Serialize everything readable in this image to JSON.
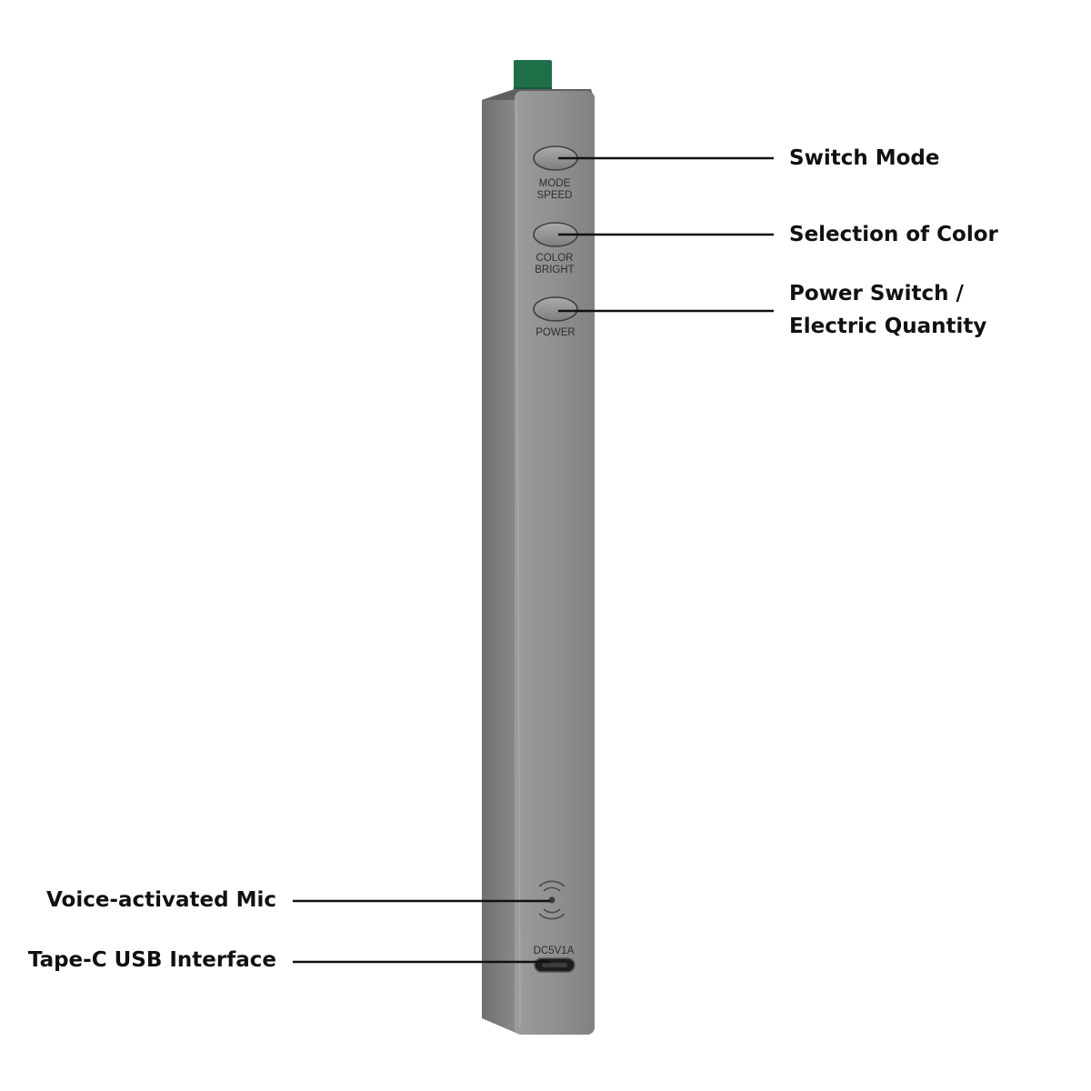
{
  "device": {
    "buttons": [
      {
        "name": "mode-speed",
        "lines": [
          "MODE",
          "SPEED"
        ]
      },
      {
        "name": "color-bright",
        "lines": [
          "COLOR",
          "BRIGHT"
        ]
      },
      {
        "name": "power",
        "lines": [
          "POWER"
        ]
      }
    ],
    "port_label": "DC5V1A"
  },
  "callouts": {
    "switch_mode": "Switch Mode",
    "selection_of_color": "Selection of Color",
    "power_switch_line1": "Power Switch /",
    "power_switch_line2": "Electric Quantity",
    "voice_mic": "Voice-activated Mic",
    "usb_interface": "Tape-C USB Interface"
  },
  "colors": {
    "body": "#8d8f90",
    "tab": "#1e6e48",
    "leader_line": "#111111"
  }
}
